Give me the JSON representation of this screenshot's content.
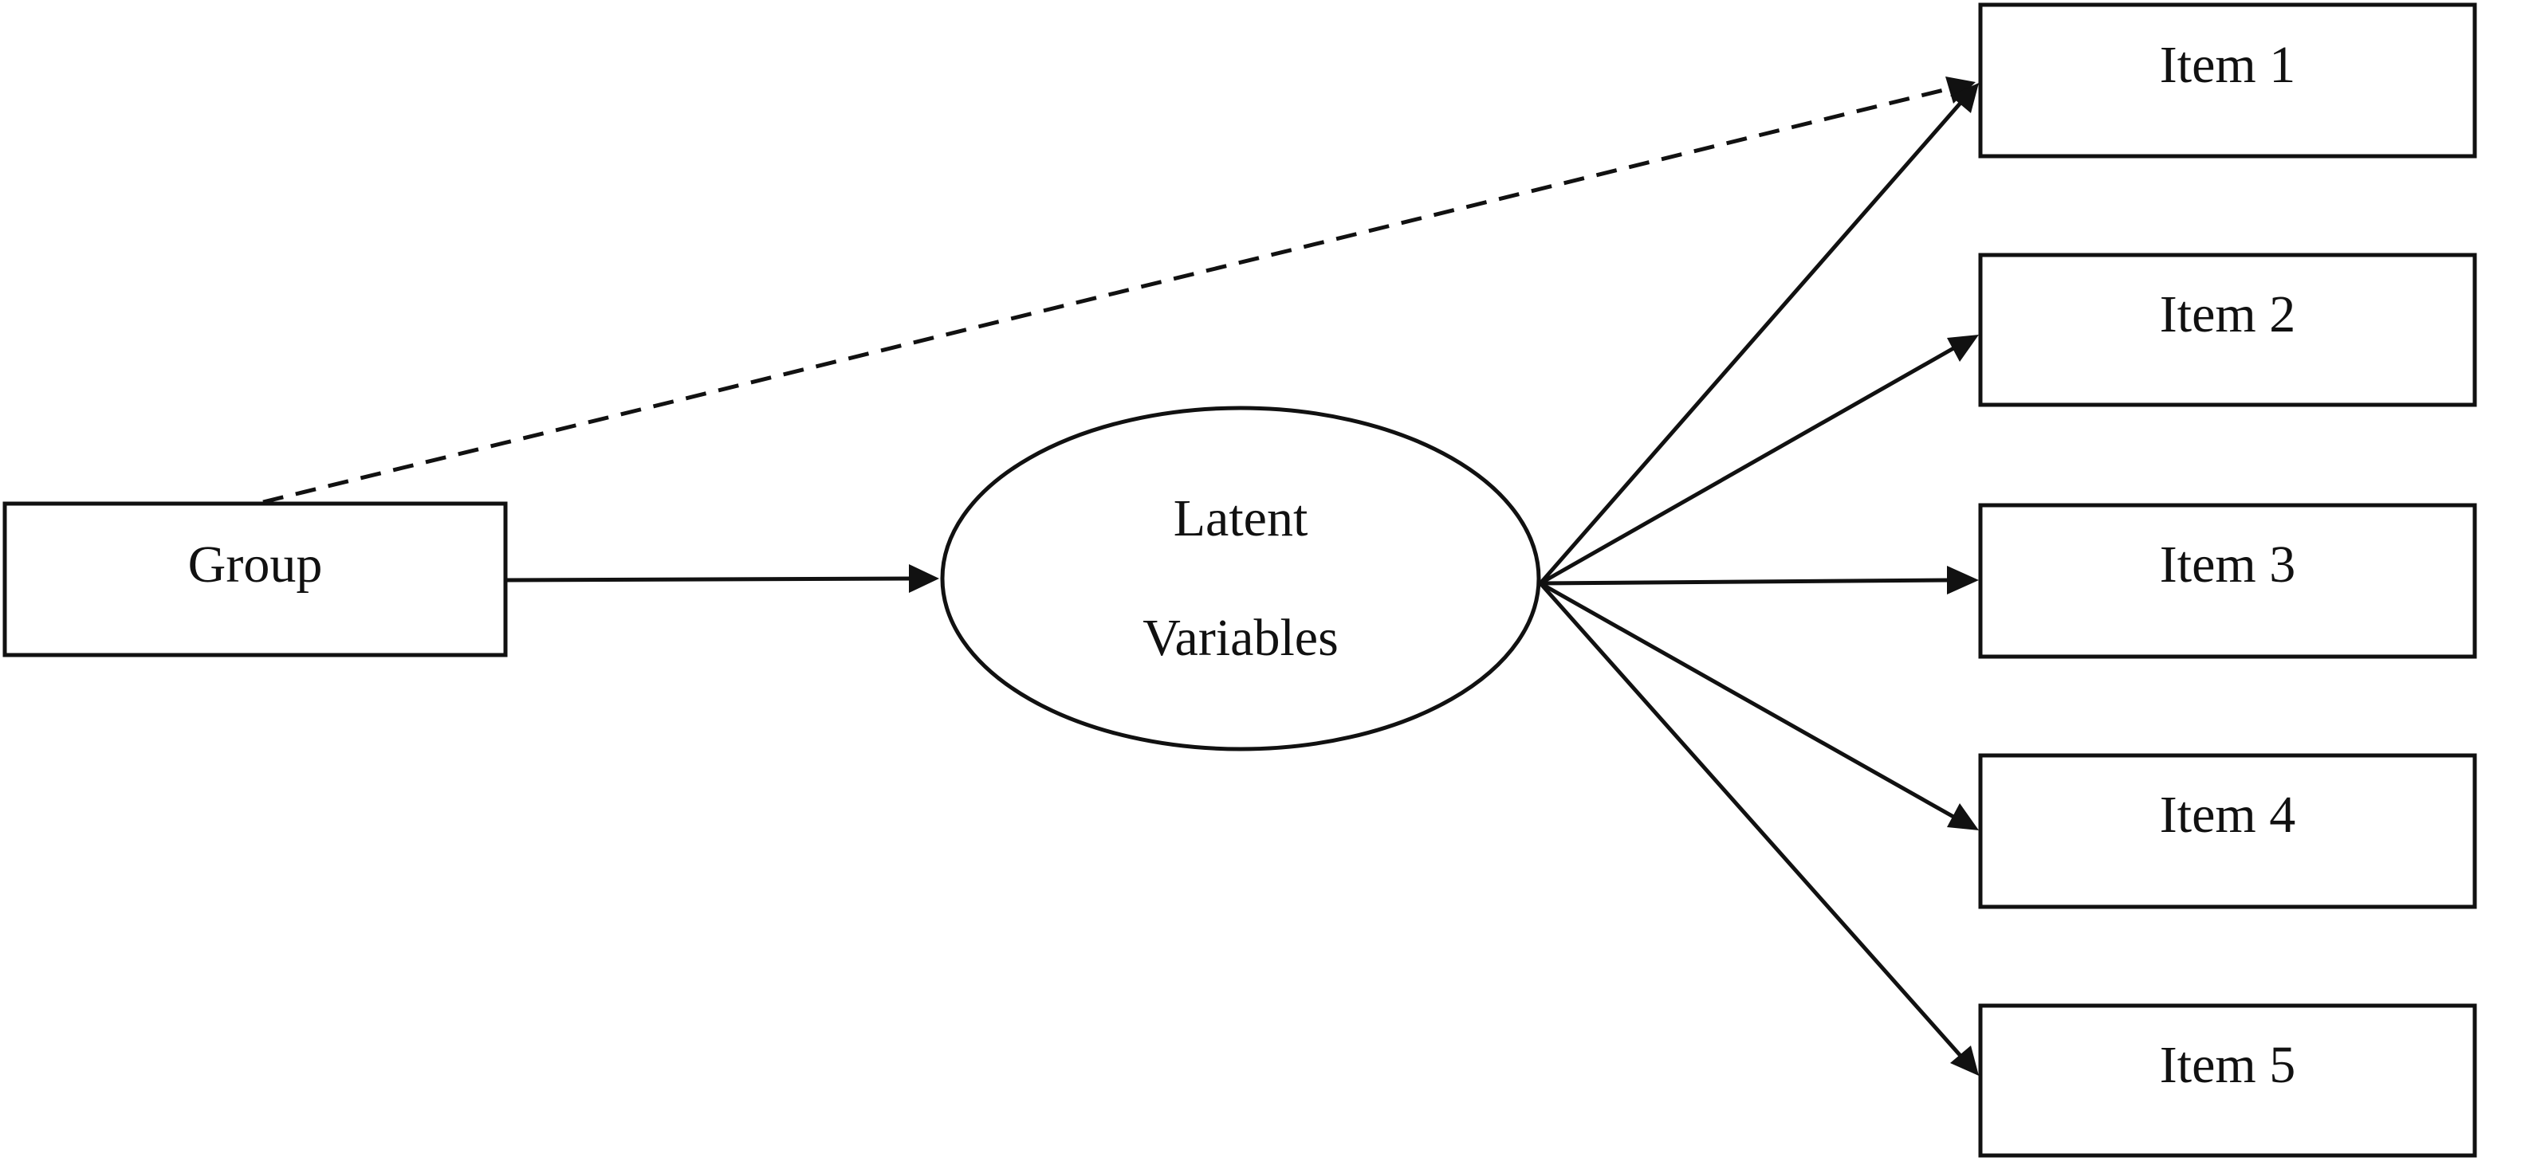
{
  "diagram": {
    "group_label": "Group",
    "latent_label_line1": "Latent",
    "latent_label_line2": "Variables",
    "items": [
      {
        "label": "Item 1"
      },
      {
        "label": "Item 2"
      },
      {
        "label": "Item 3"
      },
      {
        "label": "Item 4"
      },
      {
        "label": "Item 5"
      }
    ],
    "edges": [
      {
        "from": "Group",
        "to": "Latent Variables",
        "style": "solid"
      },
      {
        "from": "Group",
        "to": "Item 1",
        "style": "dashed"
      },
      {
        "from": "Latent Variables",
        "to": "Item 1",
        "style": "solid"
      },
      {
        "from": "Latent Variables",
        "to": "Item 2",
        "style": "solid"
      },
      {
        "from": "Latent Variables",
        "to": "Item 3",
        "style": "solid"
      },
      {
        "from": "Latent Variables",
        "to": "Item 4",
        "style": "solid"
      },
      {
        "from": "Latent Variables",
        "to": "Item 5",
        "style": "solid"
      }
    ],
    "line_color": "#111111"
  }
}
